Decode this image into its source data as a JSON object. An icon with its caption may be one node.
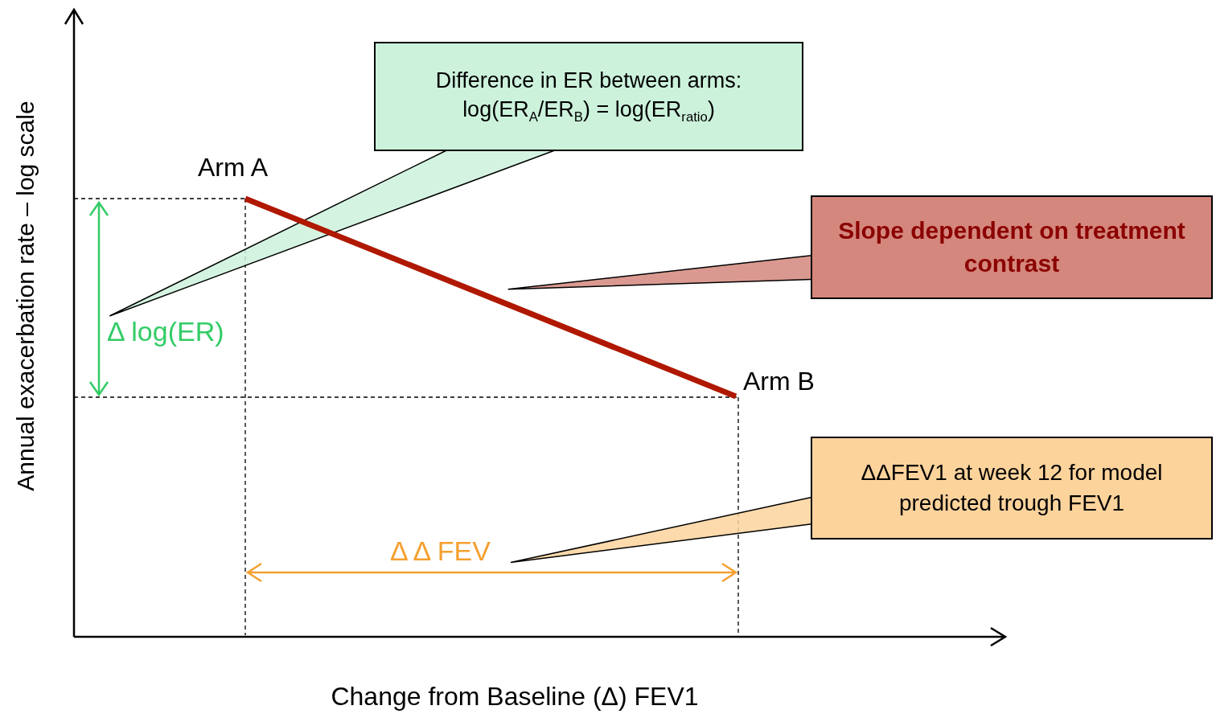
{
  "diagram": {
    "nodes": [
      {
        "text": [
          "Difference in ER between arms:",
          "log(ER$_{A}$/ER$_{B}$) = log(ER$_{ratio}$)"
        ]
      },
      {
        "text": [
          "Slope dependent on treatment contrast"
        ]
      },
      {
        "text": [
          "Δ log(ER)"
        ]
      },
      {
        "text": [],
        "shape": "bar"
      },
      {
        "text": [
          "ΔΔFEV1 at week 12 for model predicted trough FEV1"
        ]
      },
      {
        "text": [
          "Δ Δ FEV"
        ]
      }
    ],
    "edges": [
      {
        "from": 0,
        "to": 2,
        "arrow": "none"
      },
      {
        "from": 1,
        "to": 3,
        "arrow": "none"
      },
      {
        "from": 4,
        "to": 5,
        "arrow": "none"
      }
    ],
    "labels": [
      "Arm A",
      "Arm B",
      "Annual exacerbation rate – log scale",
      "Change from Baseline (Δ) FEV1"
    ]
  }
}
